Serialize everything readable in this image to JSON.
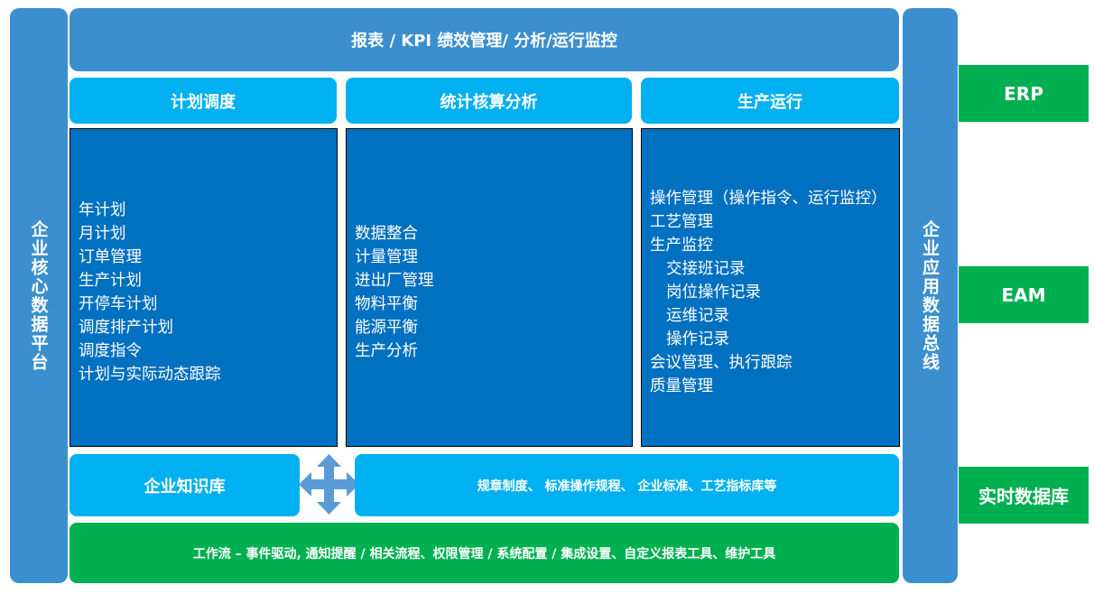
{
  "left_bar": "企业核心数据平台",
  "right_bar": "企业应用数据总线",
  "top_header": "报表 / KPI 绩效管理/ 分析/运行监控",
  "columns": [
    {
      "title": "计划调度",
      "items": [
        "年计划",
        "月计划",
        "订单管理",
        "生产计划",
        "开停车计划",
        "调度排产计划",
        "调度指令",
        "计划与实际动态跟踪"
      ]
    },
    {
      "title": "统计核算分析",
      "items": [
        "数据整合",
        "计量管理",
        "进出厂管理",
        "物料平衡",
        "能源平衡",
        "生产分析"
      ]
    },
    {
      "title": "生产运行",
      "items": [
        "操作管理（操作指令、运行监控）",
        "工艺管理",
        "生产监控",
        "交接班记录",
        "岗位操作记录",
        "运维记录",
        "操作记录",
        "会议管理、执行跟踪",
        "质量管理"
      ]
    }
  ],
  "knowledge": {
    "title": "企业知识库",
    "detail": "规章制度、 标准操作规程、 企业标准、工艺指标库等"
  },
  "workflow": "工作流 – 事件驱动, 通知提醒 / 相关流程、权限管理 / 系统配置 / 集成设置、自定义报表工具、维护工具",
  "external": [
    "ERP",
    "EAM",
    "实时数据库"
  ]
}
